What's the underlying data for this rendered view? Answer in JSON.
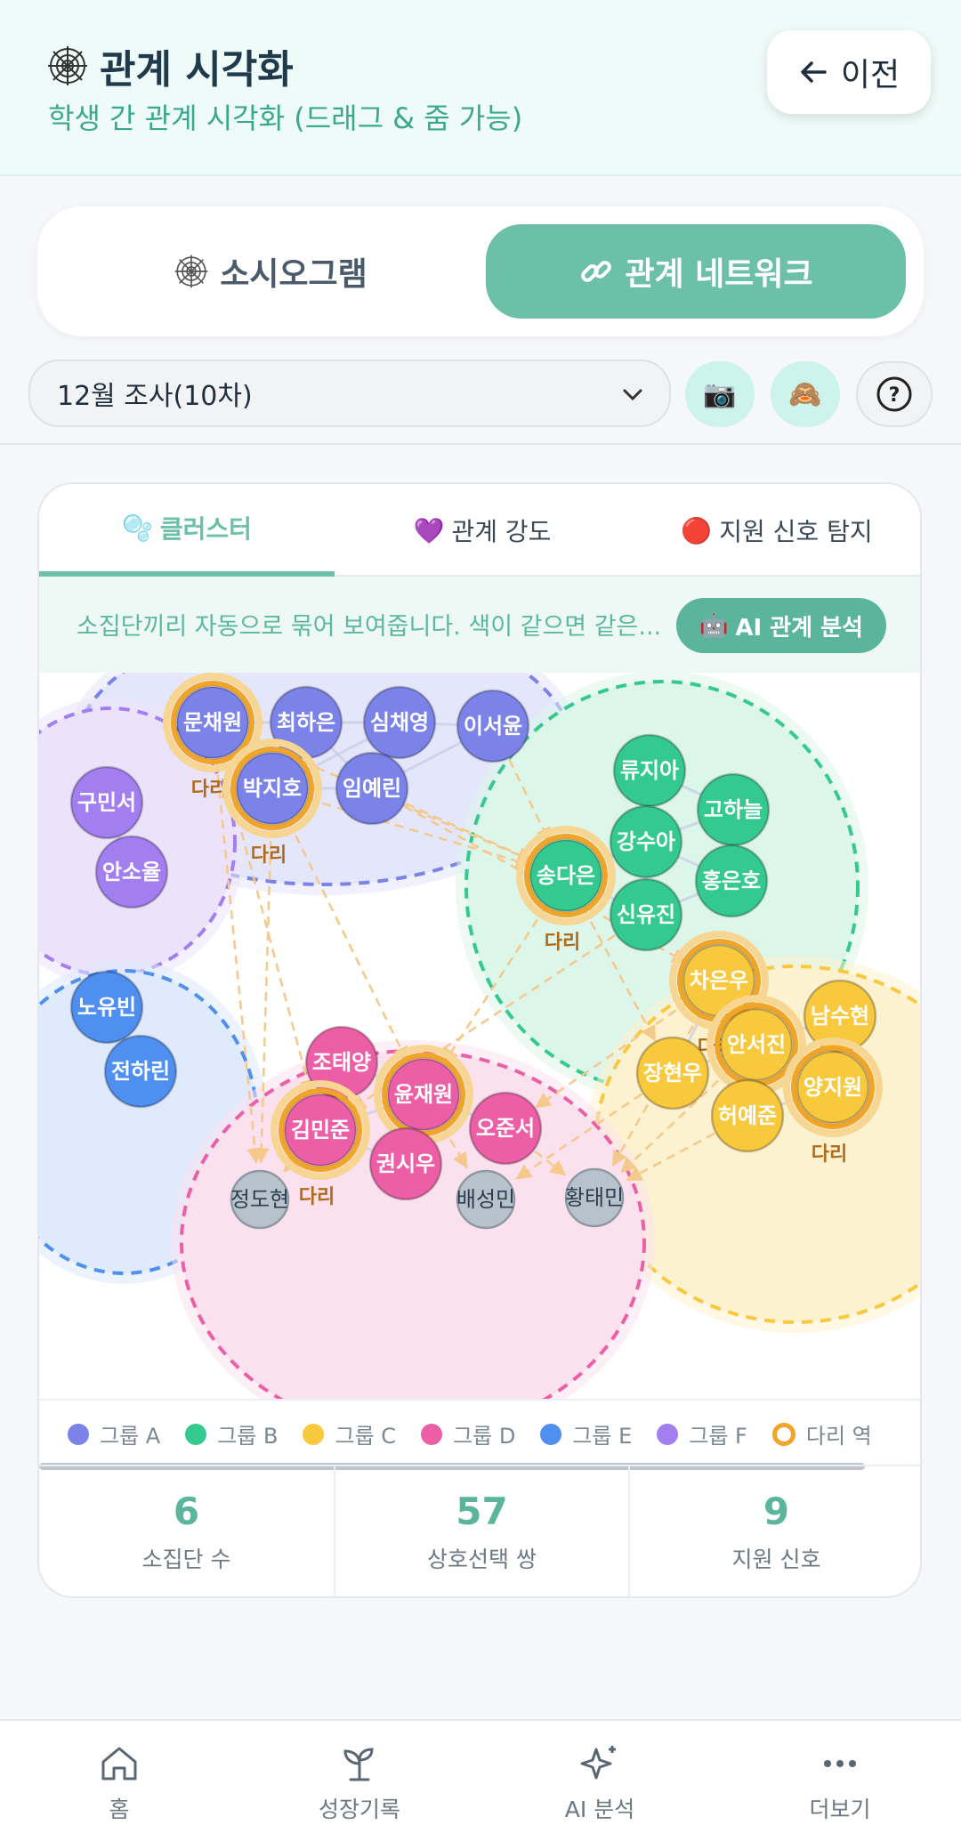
{
  "header": {
    "title": "관계 시각화",
    "subtitle": "학생 간 관계 시각화 (드래그 & 줌 가능)",
    "back_label": "이전"
  },
  "view_switch": {
    "sociogram_label": "소시오그램",
    "network_label": "관계 네트워크",
    "active": "network"
  },
  "survey_select": {
    "value": "12월 조사(10차)"
  },
  "toolbar": {
    "camera_emoji": "📷",
    "hide_emoji": "🙈",
    "help_label": "?"
  },
  "viz_tabs": [
    {
      "icon": "🫧",
      "label": "클러스터",
      "active": true
    },
    {
      "icon": "💜",
      "label": "관계 강도",
      "active": false
    },
    {
      "icon": "🔴",
      "label": "지원 신호 탐지",
      "active": false
    }
  ],
  "info": {
    "text": "소집단끼리 자동으로 묶어 보여줍니다. 색이 같으면 같은...",
    "ai_button_icon": "🤖",
    "ai_button_label": "AI 관계 분석"
  },
  "colors": {
    "A": "#7b83e8",
    "B": "#34c98f",
    "C": "#f9c93d",
    "D": "#ec5fa6",
    "E": "#4f8ff0",
    "F": "#a37ef0",
    "bridge": "#f0a428",
    "unassigned": "#b8c2cc"
  },
  "bridge_label": "다리",
  "graph": {
    "nodes": [
      {
        "id": "문채원",
        "group": "A",
        "bridge": true
      },
      {
        "id": "최하은",
        "group": "A",
        "bridge": false
      },
      {
        "id": "심채영",
        "group": "A",
        "bridge": false
      },
      {
        "id": "이서윤",
        "group": "A",
        "bridge": false
      },
      {
        "id": "박지호",
        "group": "A",
        "bridge": true
      },
      {
        "id": "임예린",
        "group": "A",
        "bridge": false
      },
      {
        "id": "류지아",
        "group": "B",
        "bridge": false
      },
      {
        "id": "고하늘",
        "group": "B",
        "bridge": false
      },
      {
        "id": "강수아",
        "group": "B",
        "bridge": false
      },
      {
        "id": "송다은",
        "group": "B",
        "bridge": true
      },
      {
        "id": "홍은호",
        "group": "B",
        "bridge": false
      },
      {
        "id": "신유진",
        "group": "B",
        "bridge": false
      },
      {
        "id": "차은우",
        "group": "C",
        "bridge": true
      },
      {
        "id": "남수현",
        "group": "C",
        "bridge": false
      },
      {
        "id": "안서진",
        "group": "C",
        "bridge": true
      },
      {
        "id": "장현우",
        "group": "C",
        "bridge": false
      },
      {
        "id": "양지원",
        "group": "C",
        "bridge": true
      },
      {
        "id": "허예준",
        "group": "C",
        "bridge": false
      },
      {
        "id": "조태양",
        "group": "D",
        "bridge": false
      },
      {
        "id": "윤재원",
        "group": "D",
        "bridge": true
      },
      {
        "id": "김민준",
        "group": "D",
        "bridge": true
      },
      {
        "id": "오준서",
        "group": "D",
        "bridge": false
      },
      {
        "id": "권시우",
        "group": "D",
        "bridge": false
      },
      {
        "id": "노유빈",
        "group": "E",
        "bridge": false
      },
      {
        "id": "전하린",
        "group": "E",
        "bridge": false
      },
      {
        "id": "구민서",
        "group": "F",
        "bridge": false
      },
      {
        "id": "안소율",
        "group": "F",
        "bridge": false
      },
      {
        "id": "정도현",
        "group": null,
        "bridge": false
      },
      {
        "id": "배성민",
        "group": null,
        "bridge": false
      },
      {
        "id": "황태민",
        "group": null,
        "bridge": false
      }
    ]
  },
  "legend": [
    {
      "label": "그룹 A",
      "key": "A"
    },
    {
      "label": "그룹 B",
      "key": "B"
    },
    {
      "label": "그룹 C",
      "key": "C"
    },
    {
      "label": "그룹 D",
      "key": "D"
    },
    {
      "label": "그룹 E",
      "key": "E"
    },
    {
      "label": "그룹 F",
      "key": "F"
    },
    {
      "label": "다리 역",
      "key": "bridge"
    }
  ],
  "stats": [
    {
      "value": "6",
      "label": "소집단 수"
    },
    {
      "value": "57",
      "label": "상호선택 쌍"
    },
    {
      "value": "9",
      "label": "지원 신호"
    }
  ],
  "nav": [
    {
      "label": "홈",
      "icon": "home-icon"
    },
    {
      "label": "성장기록",
      "icon": "sprout-icon"
    },
    {
      "label": "AI 분석",
      "icon": "sparkle-icon"
    },
    {
      "label": "더보기",
      "icon": "more-icon"
    }
  ]
}
